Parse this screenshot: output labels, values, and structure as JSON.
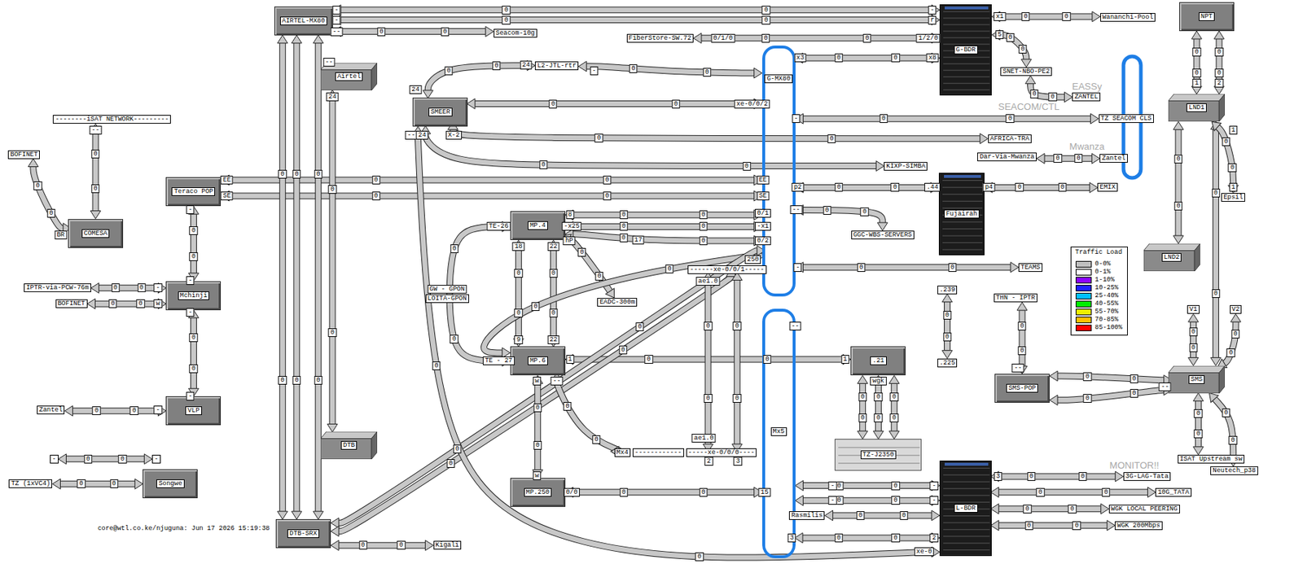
{
  "diagram": {
    "nodes": [
      {
        "text": [
          "AIRTEL-MX80"
        ]
      },
      {
        "text": [
          "Airtel"
        ]
      },
      {
        "text": [
          "SMEER"
        ]
      },
      {
        "text": [
          "L2-JTL-rtr"
        ]
      },
      {
        "text": [
          "Teraco POP"
        ]
      },
      {
        "text": [
          "--------iSAT NETWORK---------"
        ]
      },
      {
        "text": [
          "BOFINET"
        ]
      },
      {
        "text": [
          "COMESA"
        ]
      },
      {
        "text": [
          "IPTR-via-PCW-76m"
        ]
      },
      {
        "text": [
          "BOFINET"
        ]
      },
      {
        "text": [
          "Mchinji"
        ]
      },
      {
        "text": [
          "Zantel"
        ]
      },
      {
        "text": [
          "VLP"
        ]
      },
      {
        "text": [
          "-"
        ]
      },
      {
        "text": [
          "-"
        ]
      },
      {
        "text": [
          "TZ (1xVC4)"
        ]
      },
      {
        "text": [
          "Songwe"
        ]
      },
      {
        "text": [
          "DTB"
        ]
      },
      {
        "text": [
          "DTB-SRX"
        ]
      },
      {
        "text": [
          "Kigali"
        ]
      },
      {
        "text": [
          "Seacom-10g"
        ]
      },
      {
        "text": [
          "FiberStore-SW.72"
        ]
      },
      {
        "text": [
          "G-MX80"
        ]
      },
      {
        "text": [
          "G-BDR"
        ]
      },
      {
        "text": [
          "Wananchi-Pool"
        ]
      },
      {
        "text": [
          "SNET-NBO-PE2"
        ]
      },
      {
        "text": [
          "ZANTEL"
        ]
      },
      {
        "text": [
          "TZ SEACOM CLS"
        ]
      },
      {
        "text": [
          "AFRICA-TRA"
        ]
      },
      {
        "text": [
          "KIXP-SIMBA"
        ]
      },
      {
        "text": [
          "Dar-Via-Mwanza"
        ]
      },
      {
        "text": [
          "Zantel"
        ]
      },
      {
        "text": [
          "Fujairah"
        ]
      },
      {
        "text": [
          "EMIX"
        ]
      },
      {
        "text": [
          "MP.4"
        ]
      },
      {
        "text": [
          "GGC-WBS-SERVERS"
        ]
      },
      {
        "text": [
          "TEAMS"
        ]
      },
      {
        "text": [
          "EADC-300m"
        ]
      },
      {
        "text": [
          "------xe-0/0/1-----"
        ]
      },
      {
        "text": [
          "MP.6"
        ]
      },
      {
        "text": [
          "Mx5"
        ]
      },
      {
        "text": [
          ".21"
        ]
      },
      {
        "text": [
          "Mx4",
          "------------",
          "-----xe-0/0/0----"
        ]
      },
      {
        "text": [
          "TZ-J2350"
        ]
      },
      {
        "text": [
          "MP.250"
        ]
      },
      {
        "text": [
          "L-BDR"
        ]
      },
      {
        "text": [
          "Rasmilis"
        ]
      },
      {
        "text": [
          "3G-LAG-Tata"
        ]
      },
      {
        "text": [
          "10G_TATA"
        ]
      },
      {
        "text": [
          "WGK LOCAL PEERING"
        ]
      },
      {
        "text": [
          "WGK 200Mbps"
        ]
      },
      {
        "text": [
          "NPT"
        ]
      },
      {
        "text": [
          "LND1"
        ]
      },
      {
        "text": [
          "LND2"
        ]
      },
      {
        "text": [
          "Epsil"
        ]
      },
      {
        "text": [
          "SMS"
        ]
      },
      {
        "text": [
          "SMS-POP"
        ]
      },
      {
        "text": [
          "THN - IPTR"
        ]
      },
      {
        "text": [
          ".239"
        ]
      },
      {
        "text": [
          ".225"
        ]
      },
      {
        "text": [
          "V1"
        ]
      },
      {
        "text": [
          "V2"
        ]
      },
      {
        "text": [
          "ISAT Upstream sw"
        ]
      },
      {
        "text": [
          "Neutech_p38"
        ]
      }
    ],
    "edges": [
      {
        "from": 0,
        "to": 23,
        "arrow": "both",
        "label": "0"
      },
      {
        "from": 0,
        "to": 23,
        "arrow": "both",
        "label": "0"
      },
      {
        "from": 0,
        "to": 20,
        "arrow": "both",
        "label": "0"
      },
      {
        "from": 21,
        "to": 23,
        "arrow": "both",
        "label": "0"
      },
      {
        "from": 23,
        "to": 24,
        "arrow": "both",
        "label": "0"
      },
      {
        "from": 23,
        "to": 25,
        "arrow": "both",
        "label": "0"
      },
      {
        "from": 25,
        "to": 26,
        "arrow": "both",
        "label": "0"
      },
      {
        "from": 22,
        "to": 23,
        "arrow": "both",
        "label": "0"
      },
      {
        "from": 3,
        "to": 22,
        "arrow": "both",
        "label": "0"
      },
      {
        "from": 2,
        "to": 3,
        "arrow": "both",
        "label": "0"
      },
      {
        "from": 2,
        "to": 22,
        "arrow": "both",
        "label": "0"
      },
      {
        "from": 22,
        "to": 27,
        "arrow": "both",
        "label": "0"
      },
      {
        "from": 2,
        "to": 28,
        "arrow": "both",
        "label": "0"
      },
      {
        "from": 2,
        "to": 29,
        "arrow": "both",
        "label": "0"
      },
      {
        "from": 4,
        "to": 22,
        "arrow": "both",
        "label": "0"
      },
      {
        "from": 4,
        "to": 22,
        "arrow": "both",
        "label": "0"
      },
      {
        "from": 22,
        "to": 32,
        "arrow": "both",
        "label": "0"
      },
      {
        "from": 32,
        "to": 33,
        "arrow": "both",
        "label": "0"
      },
      {
        "from": 34,
        "to": 22,
        "arrow": "both",
        "label": "0"
      },
      {
        "from": 34,
        "to": 22,
        "arrow": "both",
        "label": "0"
      },
      {
        "from": 34,
        "to": 22,
        "arrow": "both",
        "label": "0"
      },
      {
        "from": 22,
        "to": 35,
        "arrow": "both",
        "label": "0"
      },
      {
        "from": 22,
        "to": 36,
        "arrow": "both",
        "label": "0"
      },
      {
        "from": 34,
        "to": 37,
        "arrow": "both",
        "label": "0"
      },
      {
        "from": 34,
        "to": 39,
        "arrow": "both",
        "label": "0"
      },
      {
        "from": 34,
        "to": 39,
        "arrow": "both",
        "label": "0"
      },
      {
        "from": 34,
        "to": 39,
        "arrow": "both",
        "label": "0"
      },
      {
        "from": 39,
        "to": 41,
        "arrow": "both",
        "label": "0"
      },
      {
        "from": 22,
        "to": 39,
        "arrow": "both",
        "label": "0"
      },
      {
        "from": 18,
        "to": 22,
        "arrow": "both",
        "label": "0"
      },
      {
        "from": 18,
        "to": 38,
        "arrow": "both",
        "label": "0"
      },
      {
        "from": 38,
        "to": 42,
        "arrow": "both",
        "label": "0"
      },
      {
        "from": 38,
        "to": 42,
        "arrow": "both",
        "label": "0"
      },
      {
        "from": 39,
        "to": 42,
        "arrow": "both",
        "label": "0"
      },
      {
        "from": 2,
        "to": 45,
        "arrow": "both",
        "label": "0"
      },
      {
        "from": 39,
        "to": 44,
        "arrow": "both",
        "label": "0"
      },
      {
        "from": 44,
        "to": 40,
        "arrow": "both",
        "label": "0"
      },
      {
        "from": 40,
        "to": 45,
        "arrow": "both",
        "label": "0"
      },
      {
        "from": 40,
        "to": 45,
        "arrow": "both",
        "label": "0"
      },
      {
        "from": 40,
        "to": 45,
        "arrow": "both",
        "label": "0"
      },
      {
        "from": 46,
        "to": 45,
        "arrow": "both",
        "label": "0"
      },
      {
        "from": 45,
        "to": 47,
        "arrow": "both",
        "label": "0"
      },
      {
        "from": 45,
        "to": 48,
        "arrow": "both",
        "label": "0"
      },
      {
        "from": 45,
        "to": 49,
        "arrow": "both",
        "label": "0"
      },
      {
        "from": 45,
        "to": 50,
        "arrow": "both",
        "label": "0"
      },
      {
        "from": 41,
        "to": 43,
        "arrow": "both",
        "label": "0"
      },
      {
        "from": 41,
        "to": 43,
        "arrow": "both",
        "label": "0"
      },
      {
        "from": 41,
        "to": 43,
        "arrow": "both",
        "label": "0"
      },
      {
        "from": 58,
        "to": 59,
        "arrow": "both",
        "label": "0"
      },
      {
        "from": 57,
        "to": 56,
        "arrow": "both",
        "label": "0"
      },
      {
        "from": 56,
        "to": 55,
        "arrow": "both",
        "label": "0"
      },
      {
        "from": 56,
        "to": 55,
        "arrow": "both",
        "label": "0"
      },
      {
        "from": 55,
        "to": 52,
        "arrow": "both",
        "label": "0"
      },
      {
        "from": 52,
        "to": 53,
        "arrow": "both",
        "label": "0"
      },
      {
        "from": 51,
        "to": 52,
        "arrow": "both",
        "label": "0"
      },
      {
        "from": 51,
        "to": 52,
        "arrow": "both",
        "label": "0"
      },
      {
        "from": 52,
        "to": 54,
        "arrow": "both",
        "label": "0"
      },
      {
        "from": 55,
        "to": 60,
        "arrow": "both",
        "label": "0"
      },
      {
        "from": 55,
        "to": 61,
        "arrow": "both",
        "label": "0"
      },
      {
        "from": 55,
        "to": 62,
        "arrow": "both",
        "label": "0"
      },
      {
        "from": 55,
        "to": 63,
        "arrow": "both",
        "label": "0"
      },
      {
        "from": 30,
        "to": 31,
        "arrow": "both",
        "label": "0"
      },
      {
        "from": 6,
        "to": 7,
        "arrow": "both",
        "label": "0"
      },
      {
        "from": 5,
        "to": 7,
        "arrow": "both",
        "label": "0"
      },
      {
        "from": 4,
        "to": 10,
        "arrow": "both",
        "label": "0"
      },
      {
        "from": 8,
        "to": 10,
        "arrow": "both",
        "label": "0"
      },
      {
        "from": 9,
        "to": 10,
        "arrow": "both",
        "label": "0"
      },
      {
        "from": 10,
        "to": 12,
        "arrow": "both",
        "label": "0"
      },
      {
        "from": 11,
        "to": 12,
        "arrow": "both",
        "label": "0"
      },
      {
        "from": 13,
        "to": 14,
        "arrow": "both",
        "label": "0"
      },
      {
        "from": 15,
        "to": 16,
        "arrow": "both",
        "label": "0"
      },
      {
        "from": 0,
        "to": 18,
        "arrow": "both",
        "label": "0"
      },
      {
        "from": 0,
        "to": 18,
        "arrow": "both",
        "label": "0"
      },
      {
        "from": 0,
        "to": 18,
        "arrow": "both",
        "label": "0"
      },
      {
        "from": 1,
        "to": 17,
        "arrow": "both",
        "label": "0"
      },
      {
        "from": 18,
        "to": 19,
        "arrow": "both",
        "label": "0"
      }
    ],
    "labels": [
      "-",
      "-",
      "-",
      "r",
      "--",
      "x1",
      "5",
      "0/1/0",
      "1/2/0",
      "x3",
      "x8",
      "24",
      "24",
      "-",
      "--",
      "24",
      "xe-0/0/2",
      "-",
      "--",
      "24",
      "X-2",
      "EE",
      "SE",
      "EE",
      "SE",
      "p2",
      ".44",
      "p4",
      "8",
      "-x25",
      "hP",
      "17",
      "0/1",
      "-x1",
      "0/2",
      "--",
      "250",
      "-",
      "TE-26",
      "GW - GPON",
      "LOITA-GPON",
      "TE - 27",
      "18",
      "22",
      "9",
      "22",
      "1",
      "1",
      "--",
      "w",
      "w",
      "ae1.0",
      "ae1.0",
      "2",
      "3",
      "--",
      "0/0",
      "15",
      "3",
      "2",
      "xe-0",
      "wgk",
      "BR",
      "--",
      "-",
      "-",
      "-",
      "-",
      "Traffic Load",
      "EASSy",
      "SEACOM/CTL",
      "Mwanza",
      "MONITOR!!",
      "core@wtl.co.ke/njuguna: Jun 17 2026 15:19:38",
      "-",
      "-",
      "-",
      "-",
      "-",
      "w",
      "-",
      "3",
      "1",
      "2",
      "1",
      "1",
      "--",
      "--",
      "0",
      "0",
      "0",
      "0",
      "0",
      "0",
      "0",
      "0",
      "0",
      "0",
      "0",
      "0",
      "0",
      "0",
      "0",
      "0",
      "0",
      "0",
      "0",
      "0",
      "0",
      "0",
      "0",
      "0",
      "0",
      "0",
      "0",
      "0",
      "0",
      "0",
      "0",
      "0",
      "0",
      "0",
      "0",
      "0",
      "0",
      "0",
      "0",
      "0",
      "0",
      "0",
      "0",
      "0",
      "0",
      "0",
      "0",
      "0",
      "0",
      "0",
      "0",
      "0",
      "0",
      "0",
      "0",
      "0",
      "0",
      "0",
      "0",
      "0",
      "0",
      "0",
      "0",
      "0",
      "0",
      "0",
      "0",
      "0",
      "0",
      "0",
      "0",
      "0",
      "0",
      "0",
      "0",
      "0"
    ],
    "legend": [
      {
        "text": "0-0%",
        "color": "#c0c0c0"
      },
      {
        "text": "0-1%",
        "color": "#ffffff"
      },
      {
        "text": "1-10%",
        "color": "#8c00ff"
      },
      {
        "text": "10-25%",
        "color": "#2020ff"
      },
      {
        "text": "25-40%",
        "color": "#00c0ff"
      },
      {
        "text": "40-55%",
        "color": "#00f000"
      },
      {
        "text": "55-70%",
        "color": "#f0f000"
      },
      {
        "text": "70-85%",
        "color": "#ffc000"
      },
      {
        "text": "85-100%",
        "color": "#ff0000"
      }
    ]
  }
}
